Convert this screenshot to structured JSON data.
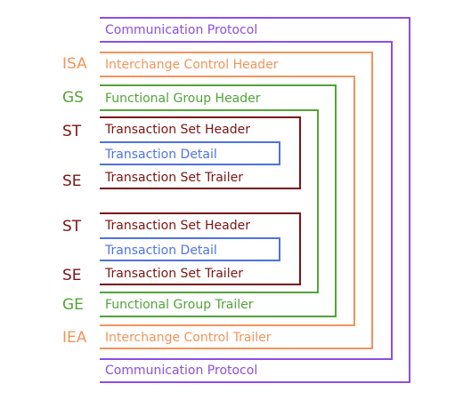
{
  "colors": {
    "communication": "#8a4fe0",
    "interchange": "#f0955a",
    "functional": "#52a43a",
    "transaction": "#7a1414",
    "detail": "#4e73df"
  },
  "communication_protocol": {
    "header_label": "Communication Protocol",
    "footer_label": "Communication Protocol"
  },
  "interchange": {
    "header_segment": "ISA",
    "header_label": "Interchange Control Header",
    "trailer_segment": "IEA",
    "trailer_label": "Interchange Control Trailer"
  },
  "functional_group": {
    "header_segment": "GS",
    "header_label": "Functional Group Header",
    "trailer_segment": "GE",
    "trailer_label": "Functional Group Trailer"
  },
  "transaction_sets": [
    {
      "header_segment": "ST",
      "header_label": "Transaction Set Header",
      "detail_label": "Transaction Detail",
      "trailer_segment": "SE",
      "trailer_label": "Transaction Set Trailer"
    },
    {
      "header_segment": "ST",
      "header_label": "Transaction Set Header",
      "detail_label": "Transaction Detail",
      "trailer_segment": "SE",
      "trailer_label": "Transaction Set Trailer"
    }
  ]
}
